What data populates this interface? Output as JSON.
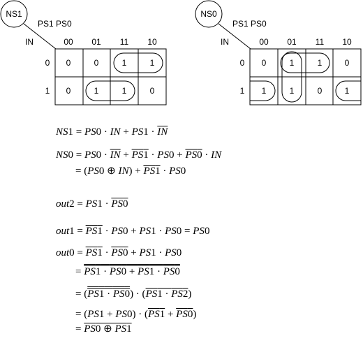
{
  "kmap_left": {
    "name": "NS1",
    "col_header": "PS1 PS0",
    "row_header": "IN",
    "cols": [
      "00",
      "01",
      "11",
      "10"
    ],
    "rows": [
      "0",
      "1"
    ],
    "cells": [
      [
        "0",
        "0",
        "1",
        "1"
      ],
      [
        "0",
        "1",
        "1",
        "0"
      ]
    ]
  },
  "kmap_right": {
    "name": "NS0",
    "col_header": "PS1 PS0",
    "row_header": "IN",
    "cols": [
      "00",
      "01",
      "11",
      "10"
    ],
    "rows": [
      "0",
      "1"
    ],
    "cells": [
      [
        "0",
        "1",
        "1",
        "0"
      ],
      [
        "1",
        "1",
        "0",
        "1"
      ]
    ]
  },
  "equations": {
    "ns1": "NS1 = PS0 · IN + PS1 · IN̅",
    "ns0_line1": "NS0 = PS0 · IN̅ + PS1̅ · PS0 + PS0̅ · IN",
    "ns0_line2": "= (PS0 ⊕ IN) + PS1̅ · PS0",
    "out2": "out2 = PS1 · PS0̅",
    "out1": "out1 = PS1̅ · PS0 + PS1 · PS0 = PS0",
    "out0_line1": "out0 = PS1̅ · PS0̅ + PS1 · PS0",
    "out0_line2": "= (PS1̅ · PS0̅ + PS1 · PS0)̿",
    "out0_line3": "= (PS1̅ · PS0̅)̿ · (PS1̅ · PS2)̅",
    "out0_line4": "= (PS1 + PS0) · (PS1̅ + PS0̅)",
    "out0_line5": "= PS0 ⊕ PS1̅"
  }
}
